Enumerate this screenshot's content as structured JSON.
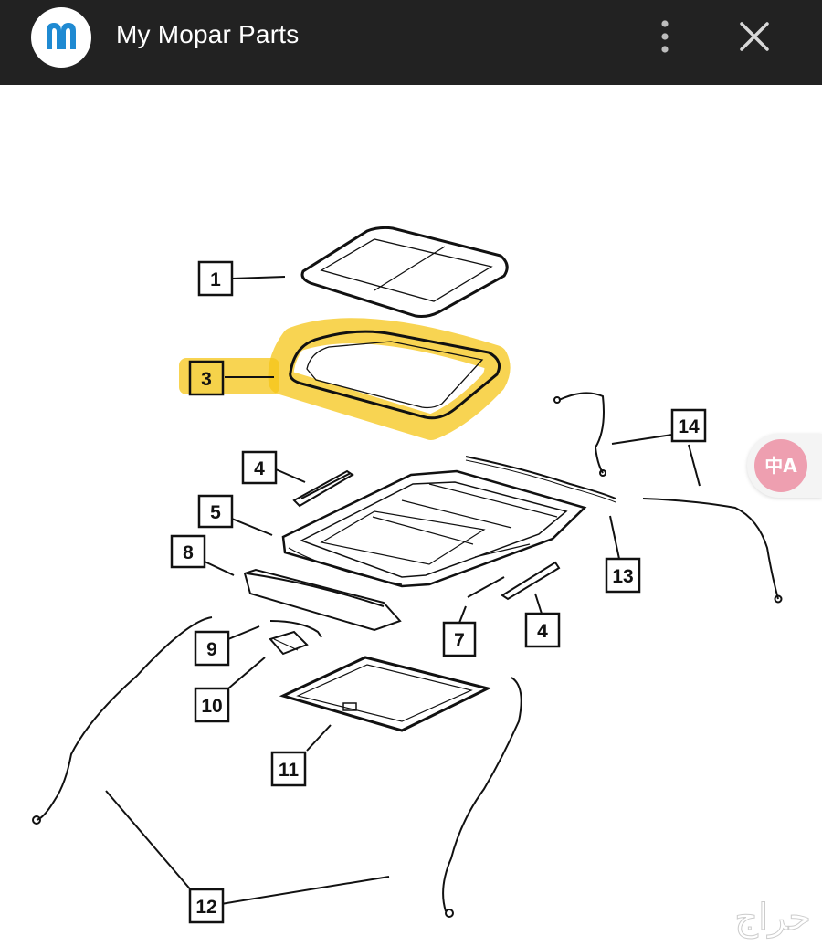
{
  "app_bar": {
    "title": "My Mopar Parts",
    "logo_icon": "mopar-m-logo",
    "menu_icon": "more-vertical-icon",
    "close_icon": "close-icon",
    "background": "#222222",
    "logo_color": "#1f8ad2"
  },
  "diagram": {
    "callouts": [
      "1",
      "3",
      "4",
      "5",
      "8",
      "13",
      "14",
      "7",
      "4",
      "9",
      "10",
      "11",
      "12"
    ],
    "highlight_color": "#f5c518"
  },
  "translate_button": {
    "label": "中A",
    "icon": "translate-icon",
    "color": "#ee9fb0"
  },
  "watermark": {
    "text": "حراج",
    "icon": "haraj-watermark"
  }
}
